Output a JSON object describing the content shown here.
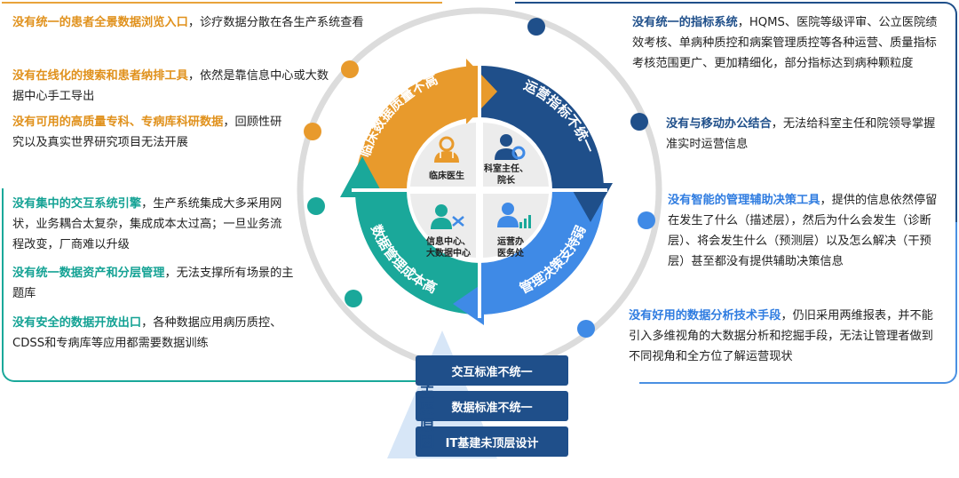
{
  "top_left": [
    {
      "highlight": "没有统一的患者全景数据浏览入口",
      "rest": "，诊疗数据分散在各生产系统查看"
    },
    {
      "highlight": "没有在线化的搜索和患者纳排工具",
      "rest": "，依然是靠信息中心或大数据中心手工导出"
    },
    {
      "highlight": "没有可用的高质量专科、专病库科研数据",
      "rest": "，回顾性研究以及真实世界研究项目无法开展"
    }
  ],
  "bottom_left": [
    {
      "highlight": "没有集中的交互系统引擎",
      "rest": "，生产系统集成大多采用网状，业务耦合太复杂，集成成本太过高；一旦业务流程改变，厂商难以升级"
    },
    {
      "highlight": "没有统一数据资产和分层管理",
      "rest": "，无法支撑所有场景的主题库"
    },
    {
      "highlight": "没有安全的数据开放出口",
      "rest": "，各种数据应用病历质控、CDSS和专病库等应用都需要数据训练"
    }
  ],
  "top_right": [
    {
      "highlight": "没有统一的指标系统",
      "rest": "，HQMS、医院等级评审、公立医院绩效考核、单病种质控和病案管理质控等各种运营、质量指标考核范围更广、更加精细化，部分指标达到病种颗粒度"
    },
    {
      "highlight": "没有与移动办公结合",
      "rest": "，无法给科室主任和院领导掌握准实时运营信息"
    }
  ],
  "bottom_right": [
    {
      "highlight": "没有智能的管理辅助决策工具",
      "rest": "，提供的信息依然停留在发生了什么（描述层），然后为什么会发生（诊断层）、将会发生什么（预测层）以及怎么解决（干预层）甚至都没有提供辅助决策信息"
    },
    {
      "highlight": "没有好用的数据分析技术手段",
      "rest": "，仍旧采用两维报表，并不能引入多维视角的大数据分析和挖掘手段，无法让管理者做到不同视角和全方位了解运营现状"
    }
  ],
  "ring": {
    "orange": "临床数据质量不高",
    "navy": "运营指标不统一",
    "blue": "管理决策支持弱",
    "teal": "数据管理成本高"
  },
  "center": {
    "q1": "临床医生",
    "q2_line1": "科室主任、",
    "q2_line2": "院长",
    "q3_line1": "信息中心、",
    "q3_line2": "大数据中心",
    "q4_line1": "运营办",
    "q4_line2": "医务处"
  },
  "reasons": {
    "label": "主要原因",
    "items": [
      "交互标准不统一",
      "数据标准不统一",
      "IT基建未顶层设计"
    ]
  },
  "colors": {
    "orange": "#e89a2c",
    "navy": "#1f4f8a",
    "blue": "#3f8ae6",
    "teal": "#1aa89a"
  }
}
